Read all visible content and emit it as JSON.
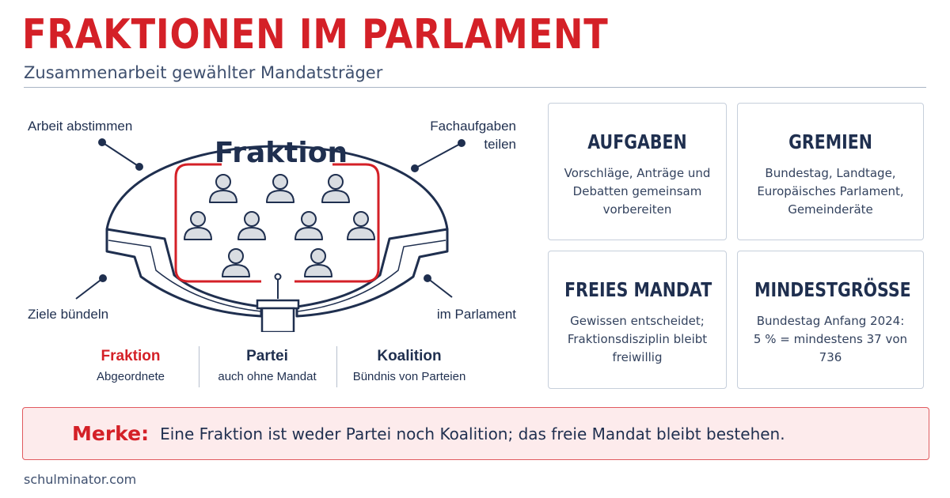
{
  "header": {
    "title": "FRAKTIONEN IM PARLAMENT",
    "subtitle": "Zusammenarbeit gewählter Mandatsträger"
  },
  "diagram": {
    "center_label": "Fraktion",
    "member_count": 9,
    "callouts": {
      "top_left": "Arbeit abstimmen",
      "top_right_1": "Fachaufgaben",
      "top_right_2": "teilen",
      "bottom_left": "Ziele bündeln",
      "bottom_right": "im Parlament"
    }
  },
  "comparison": [
    {
      "title": "Fraktion",
      "subtitle": "Abgeordnete",
      "highlight": true
    },
    {
      "title": "Partei",
      "subtitle": "auch ohne Mandat",
      "highlight": false
    },
    {
      "title": "Koalition",
      "subtitle": "Bündnis von Parteien",
      "highlight": false
    }
  ],
  "cards": [
    {
      "title": "AUFGABEN",
      "text": "Vorschläge, Anträge und\nDebatten gemeinsam\nvorbereiten"
    },
    {
      "title": "GREMIEN",
      "text": "Bundestag, Landtage,\nEuropäisches Parlament,\nGemeinderäte"
    },
    {
      "title": "FREIES MANDAT",
      "text": "Gewissen entscheidet;\nFraktionsdisziplin bleibt\nfreiwillig"
    },
    {
      "title": "MINDESTGRÖSSE",
      "text": "Bundestag Anfang 2024:\n5 % = mindestens 37 von 736"
    }
  ],
  "note": {
    "label": "Merke:",
    "text": "Eine Fraktion ist weder Partei noch Koalition; das freie Mandat bleibt bestehen."
  },
  "footer": {
    "source": "schulminator.com"
  },
  "colors": {
    "accent": "#d42027",
    "navy": "#1f2f4f",
    "note_background": "#fdebec",
    "person_fill": "#d9dde2"
  }
}
